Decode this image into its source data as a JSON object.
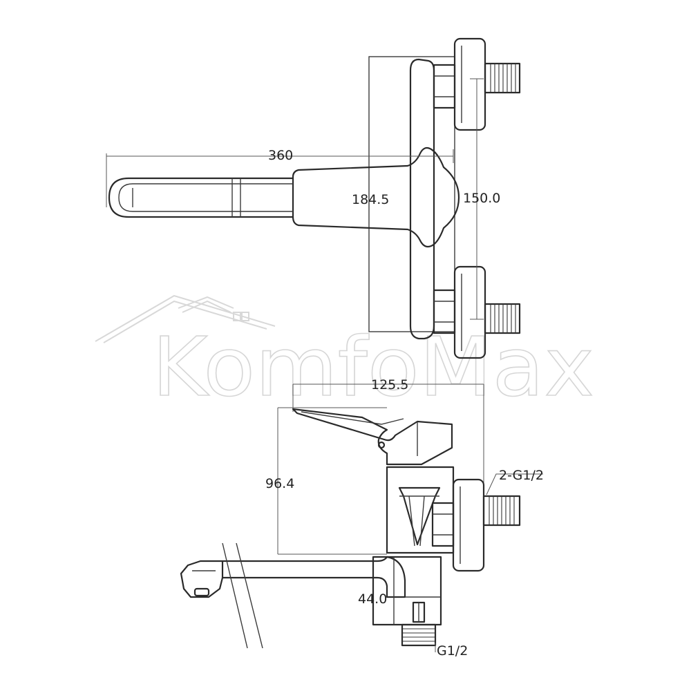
{
  "watermark": {
    "brand": "KomfoMax",
    "icon": "house-outline-icon"
  },
  "dimensions": {
    "total_length": "360",
    "body_height": "184.5",
    "inlet_spacing": "150.0",
    "side_depth": "125.5",
    "side_height": "96.4",
    "outlet_height": "44.0"
  },
  "connections": {
    "inlets": "2-G1/2",
    "outlet": "G1/2"
  },
  "colors": {
    "line": "#2a2a2a",
    "watermark": "#d6d6d6"
  }
}
